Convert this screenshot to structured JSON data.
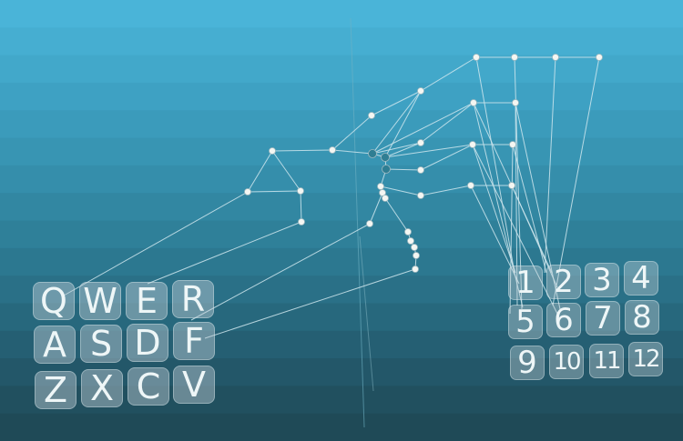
{
  "scene": {
    "background_bands": [
      "#4ab4d8",
      "#46aed1",
      "#42a8ca",
      "#3ea1c3",
      "#3b9bbb",
      "#3895b3",
      "#358eab",
      "#3287a2",
      "#2f8099",
      "#2c7890",
      "#2a7087",
      "#27687d",
      "#255f73",
      "#235769",
      "#21505f",
      "#1f4a57"
    ],
    "line_color": "#cfe7ee",
    "node_color": "#f4f6f2",
    "node_dark_color": "#2f7e93"
  },
  "left_keypad": {
    "rows": [
      [
        "Q",
        "W",
        "E",
        "R"
      ],
      [
        "A",
        "S",
        "D",
        "F"
      ],
      [
        "Z",
        "X",
        "C",
        "V"
      ]
    ]
  },
  "right_keypad": {
    "rows": [
      [
        "1",
        "2",
        "3",
        "4"
      ],
      [
        "5",
        "6",
        "7",
        "8"
      ],
      [
        "9",
        "10",
        "11",
        "12"
      ]
    ]
  }
}
